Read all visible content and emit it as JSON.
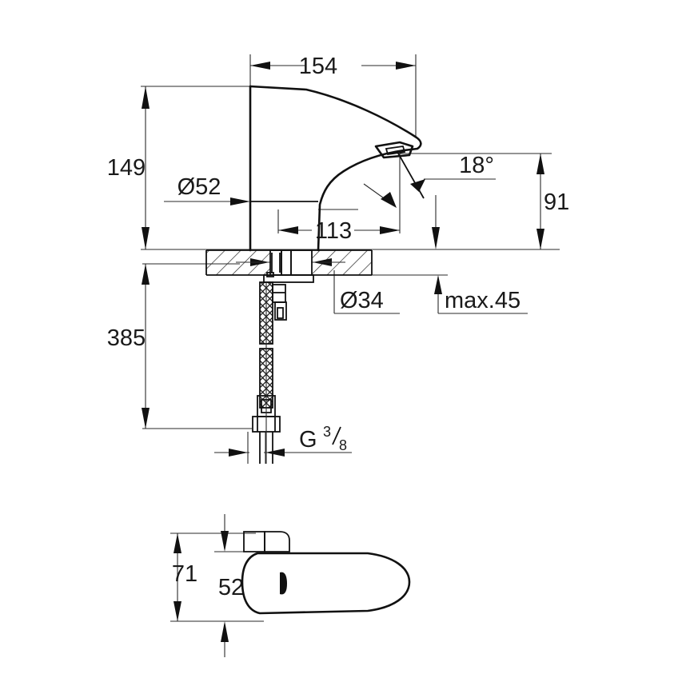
{
  "drawing": {
    "title": "Faucet technical dimension drawing",
    "units": "mm",
    "views": [
      {
        "name": "side-elevation-view",
        "label": ""
      },
      {
        "name": "top-plan-view",
        "label": ""
      }
    ],
    "line_color": "#111111",
    "background_color": "#ffffff"
  },
  "dimensions": {
    "spout_reach": "154",
    "height_to_deck": "149",
    "base_diameter": "Ø52",
    "spout_projection": "113",
    "sensor_angle": "18°",
    "stream_height": "91",
    "mount_hole_diameter": "Ø34",
    "deck_thickness": "max.45",
    "hose_length": "385",
    "thread_letter": "G",
    "thread_numerator": "3",
    "thread_slash": "/",
    "thread_denominator": "8",
    "top_width_overall": "71",
    "top_width_body": "52"
  },
  "labels": {
    "d154": "154",
    "d149": "149",
    "d52": "Ø52",
    "d113": "113",
    "d18deg": "18°",
    "d91": "91",
    "d34": "Ø34",
    "dmax45": "max.45",
    "d385": "385",
    "g_main": "G",
    "g_num": "3",
    "g_den": "8",
    "d71": "71",
    "d52top": "52"
  }
}
